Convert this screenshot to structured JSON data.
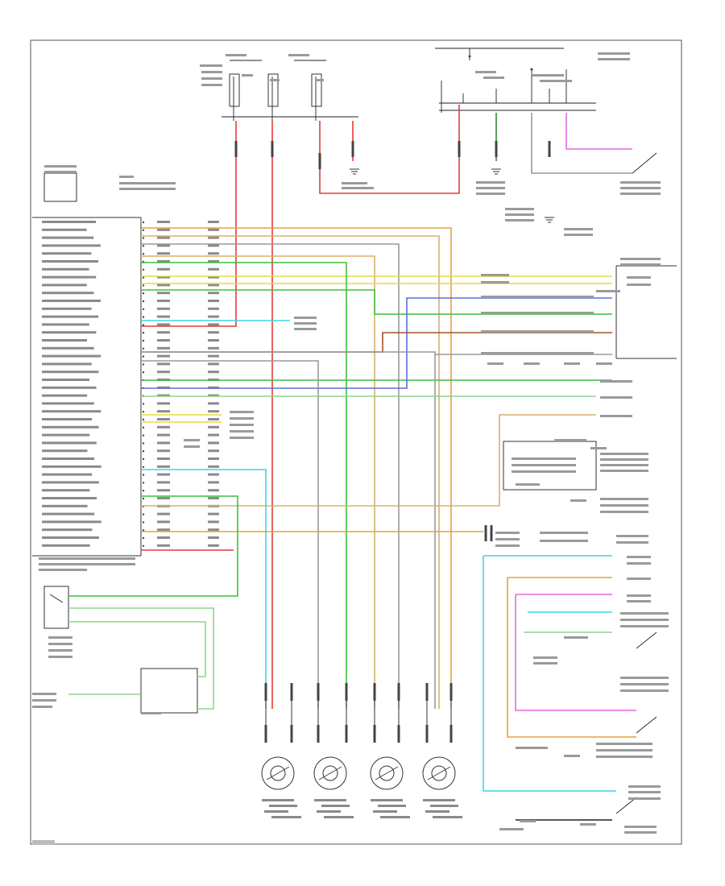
{
  "colors": {
    "red": "#e23b3b",
    "orange": "#e8a23a",
    "tan": "#d8b070",
    "yellow": "#e6d84a",
    "green": "#3cc13c",
    "lightgreen": "#8fd68f",
    "cyan": "#3fd4e6",
    "blue": "#5a6fd8",
    "pink": "#e06ae0",
    "brown": "#a0522d",
    "gray": "#9a9a9a",
    "black": "#222222",
    "purple": "#9a55c8",
    "darkgreen": "#2e8b2e"
  },
  "legend_colors": [
    "red",
    "orange",
    "tan",
    "yellow",
    "green",
    "lightgreen",
    "cyan",
    "blue",
    "pink",
    "brown",
    "gray",
    "black",
    "purple",
    "darkgreen"
  ],
  "icons": {
    "ground": "ground-symbol-icon",
    "switch": "switch-contact-icon",
    "sensor": "wheel-speed-sensor-icon",
    "connector": "connector-pin-icon"
  }
}
